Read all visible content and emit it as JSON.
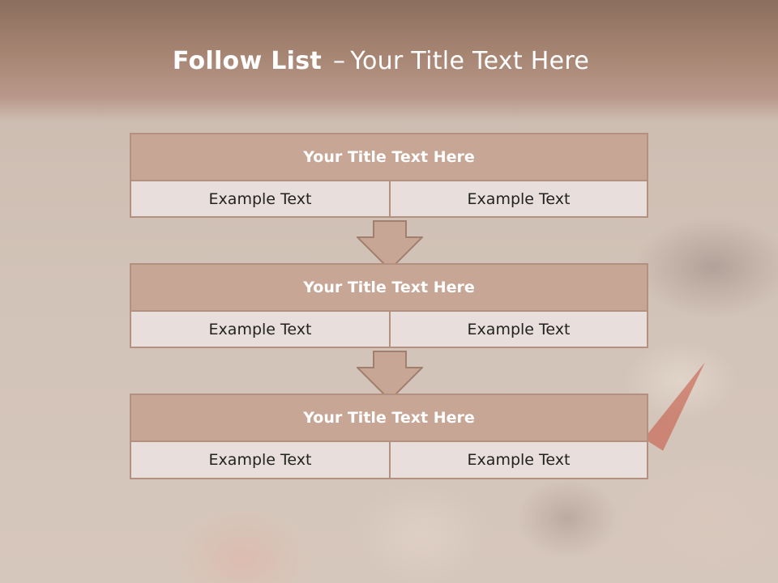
{
  "slide": {
    "title_bold": "Follow List",
    "title_sep": "–",
    "title_rest": "Your Title Text Here",
    "colors": {
      "header_band": "#a78573",
      "box_title_fill": "#c7a695",
      "box_body_fill": "#e8dedb",
      "box_border": "#b49080",
      "arrow_fill": "#c7a695"
    },
    "boxes": [
      {
        "title": "Your Title Text Here",
        "left": "Example Text",
        "right": "Example Text"
      },
      {
        "title": "Your Title Text Here",
        "left": "Example Text",
        "right": "Example Text"
      },
      {
        "title": "Your Title Text Here",
        "left": "Example Text",
        "right": "Example Text"
      }
    ]
  }
}
